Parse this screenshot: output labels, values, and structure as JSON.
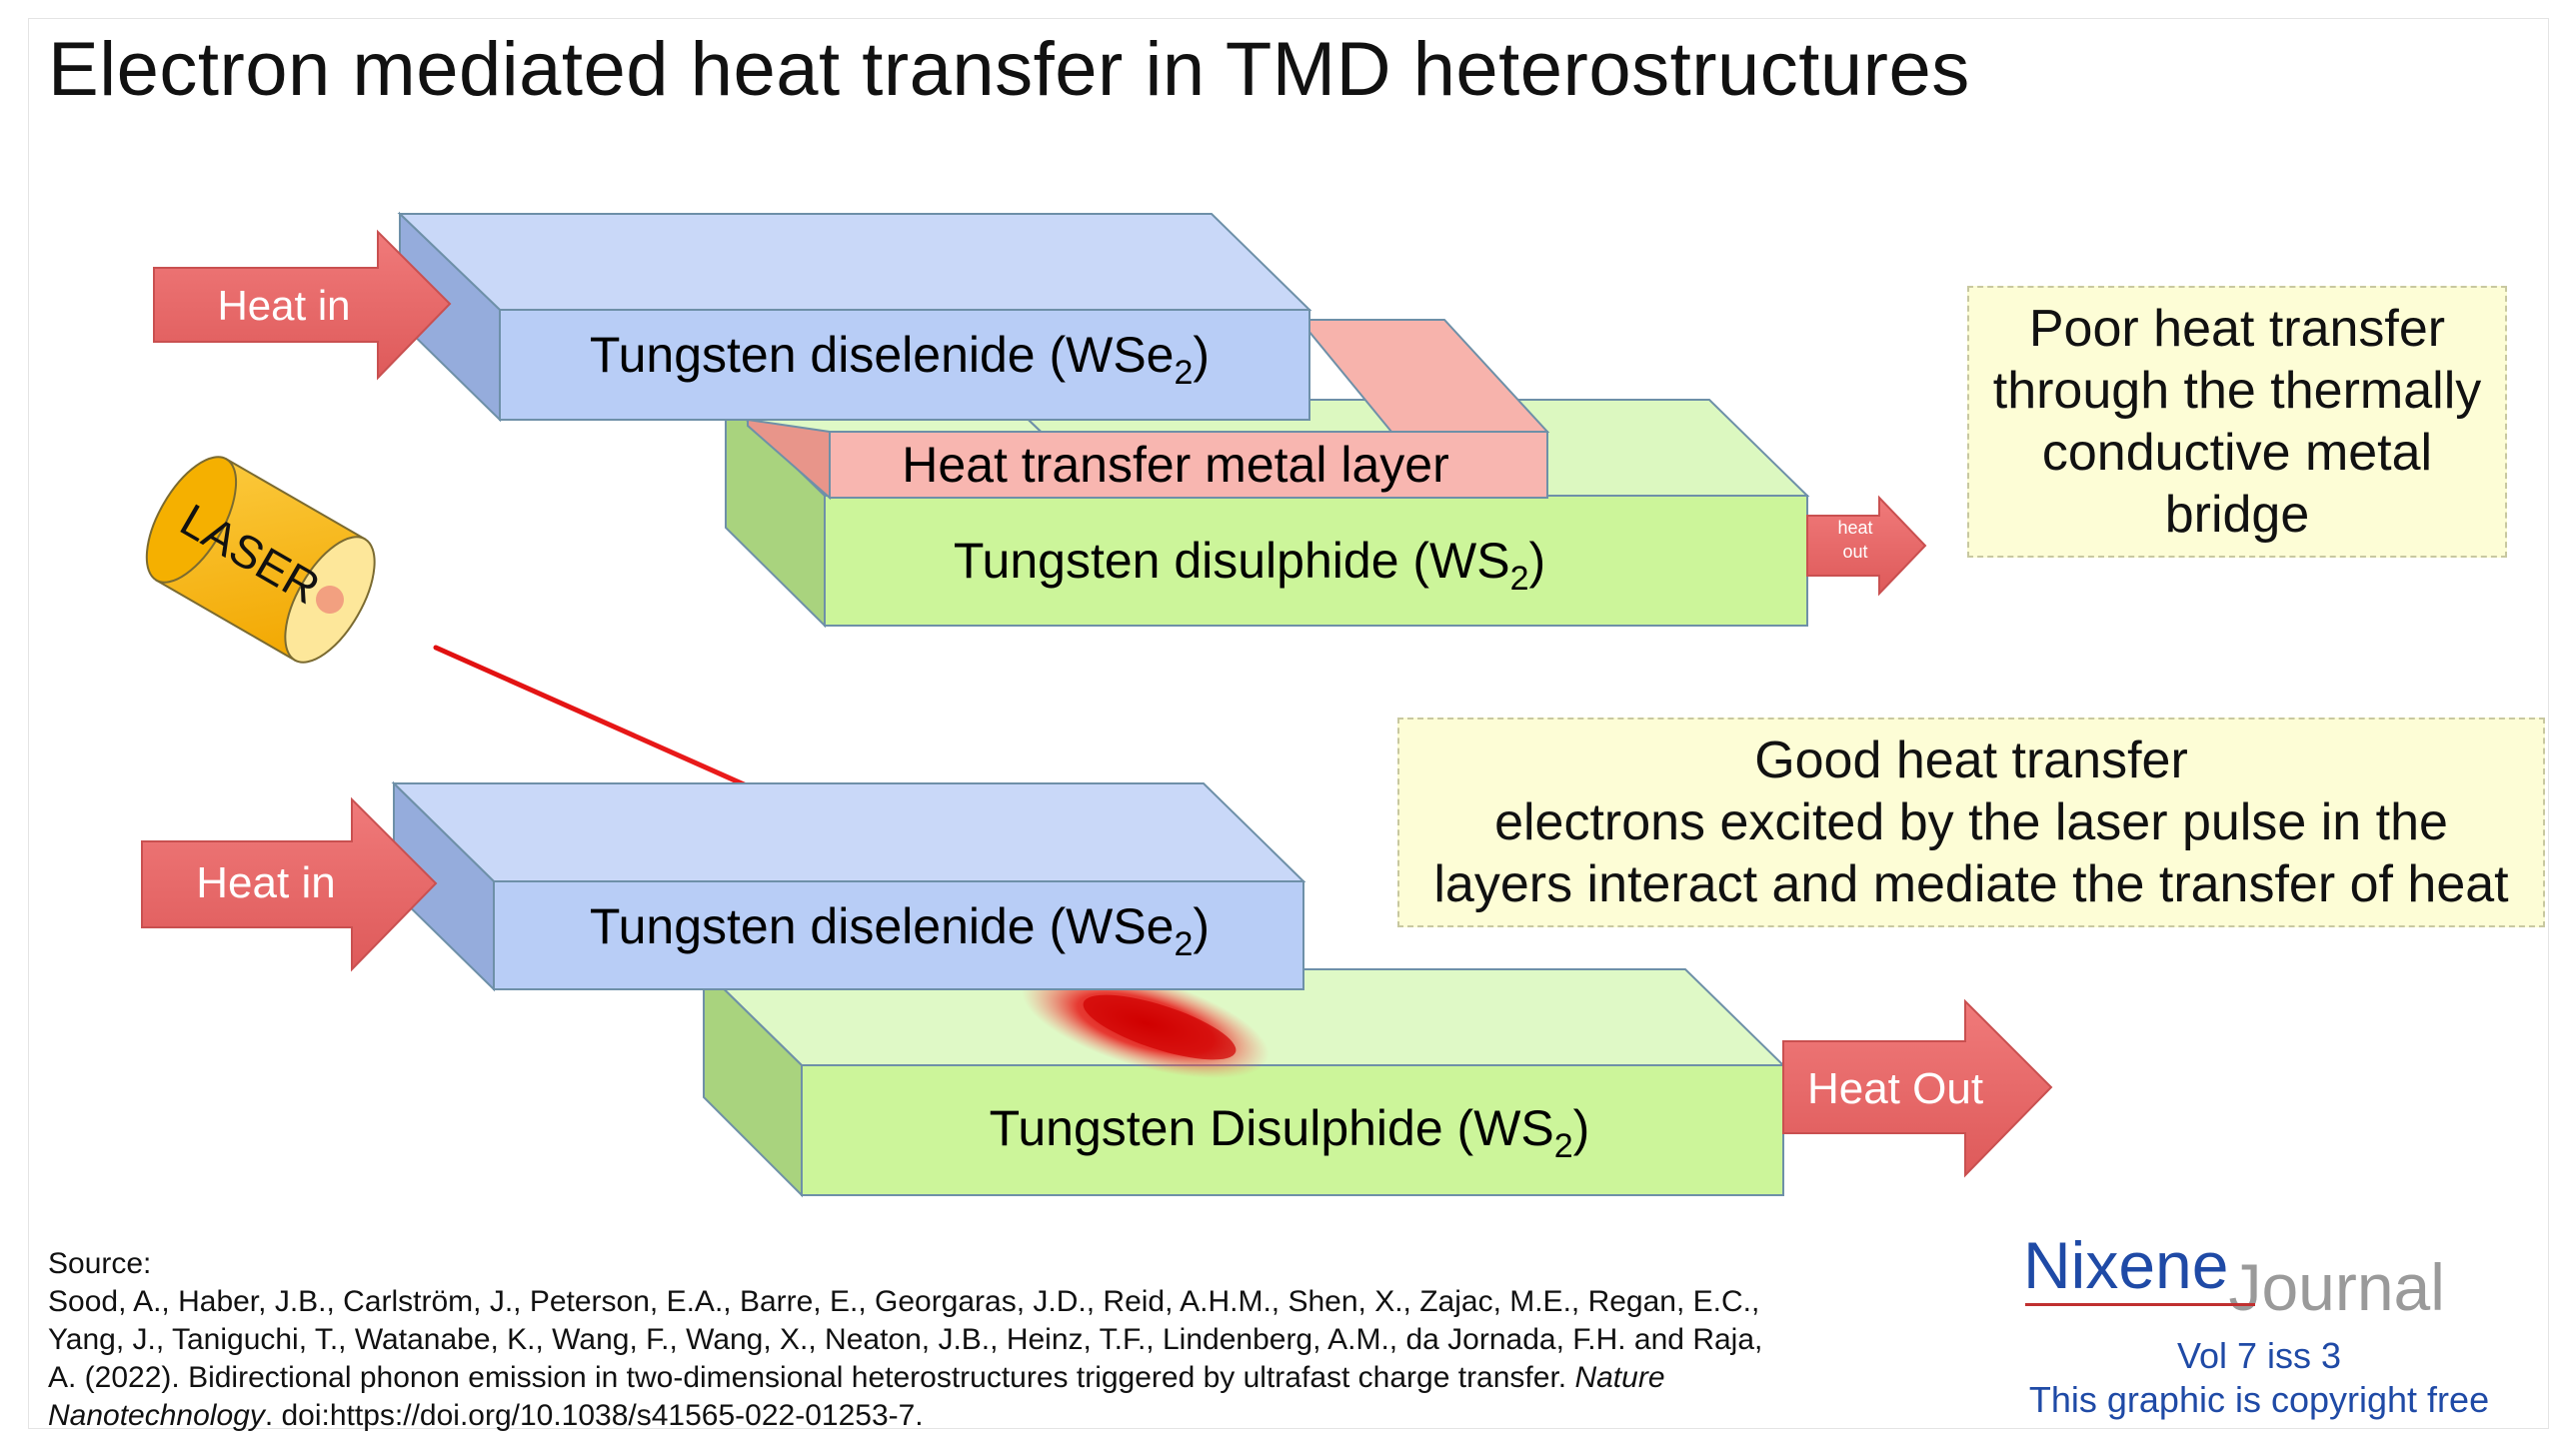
{
  "title": "Electron mediated heat transfer in TMD heterostructures",
  "top": {
    "heat_in": "Heat in",
    "wse2_prefix": "Tungsten diselenide (WSe",
    "wse2_sub": "2",
    "wse2_suffix": ")",
    "metal": "Heat transfer metal layer",
    "ws2_prefix": "Tungsten disulphide (WS",
    "ws2_sub": "2",
    "ws2_suffix": ")",
    "heat_out_line1": "heat",
    "heat_out_line2": "out"
  },
  "laser_label": "LASER",
  "bottom": {
    "heat_in": "Heat in",
    "wse2_prefix": "Tungsten diselenide (WSe",
    "wse2_sub": "2",
    "wse2_suffix": ")",
    "ws2_prefix": "Tungsten Disulphide (WS",
    "ws2_sub": "2",
    "ws2_suffix": ")",
    "heat_out": "Heat Out"
  },
  "notes": {
    "poor": [
      "Poor heat transfer",
      "through the thermally",
      "conductive metal",
      "bridge"
    ],
    "good": [
      "Good heat transfer",
      "electrons excited by the laser pulse in the",
      "layers interact and mediate the transfer of heat"
    ]
  },
  "source": {
    "label": "Source:",
    "line1": "Sood, A., Haber, J.B., Carlström, J., Peterson, E.A., Barre, E., Georgaras, J.D., Reid, A.H.M., Shen, X., Zajac, M.E., Regan, E.C.,",
    "line2": "Yang, J., Taniguchi, T., Watanabe, K., Wang, F., Wang, X., Neaton, J.B., Heinz, T.F., Lindenberg, A.M., da Jornada, F.H. and Raja,",
    "line3_text": "A. (2022). Bidirectional phonon emission in two-dimensional heterostructures triggered by ultrafast charge transfer. ",
    "line3_italic": "Nature",
    "line4_italic": "Nanotechnology",
    "line4_text": ". doi:https://doi.org/10.1038/s41565-022-01253-7."
  },
  "logo": {
    "nixene": "Nixene",
    "journal": "Journal",
    "volume": "Vol 7 iss 3",
    "copyright": "This graphic is copyright free"
  },
  "colors": {
    "blue_front": "#b8cdf6",
    "green_front": "#ccf59a",
    "metal_front": "#f8b6b0",
    "arrow": "#e96a6a",
    "laser_body": "#f8b820",
    "laser_beam": "#e01010",
    "note_bg": "#fdfdd6"
  }
}
